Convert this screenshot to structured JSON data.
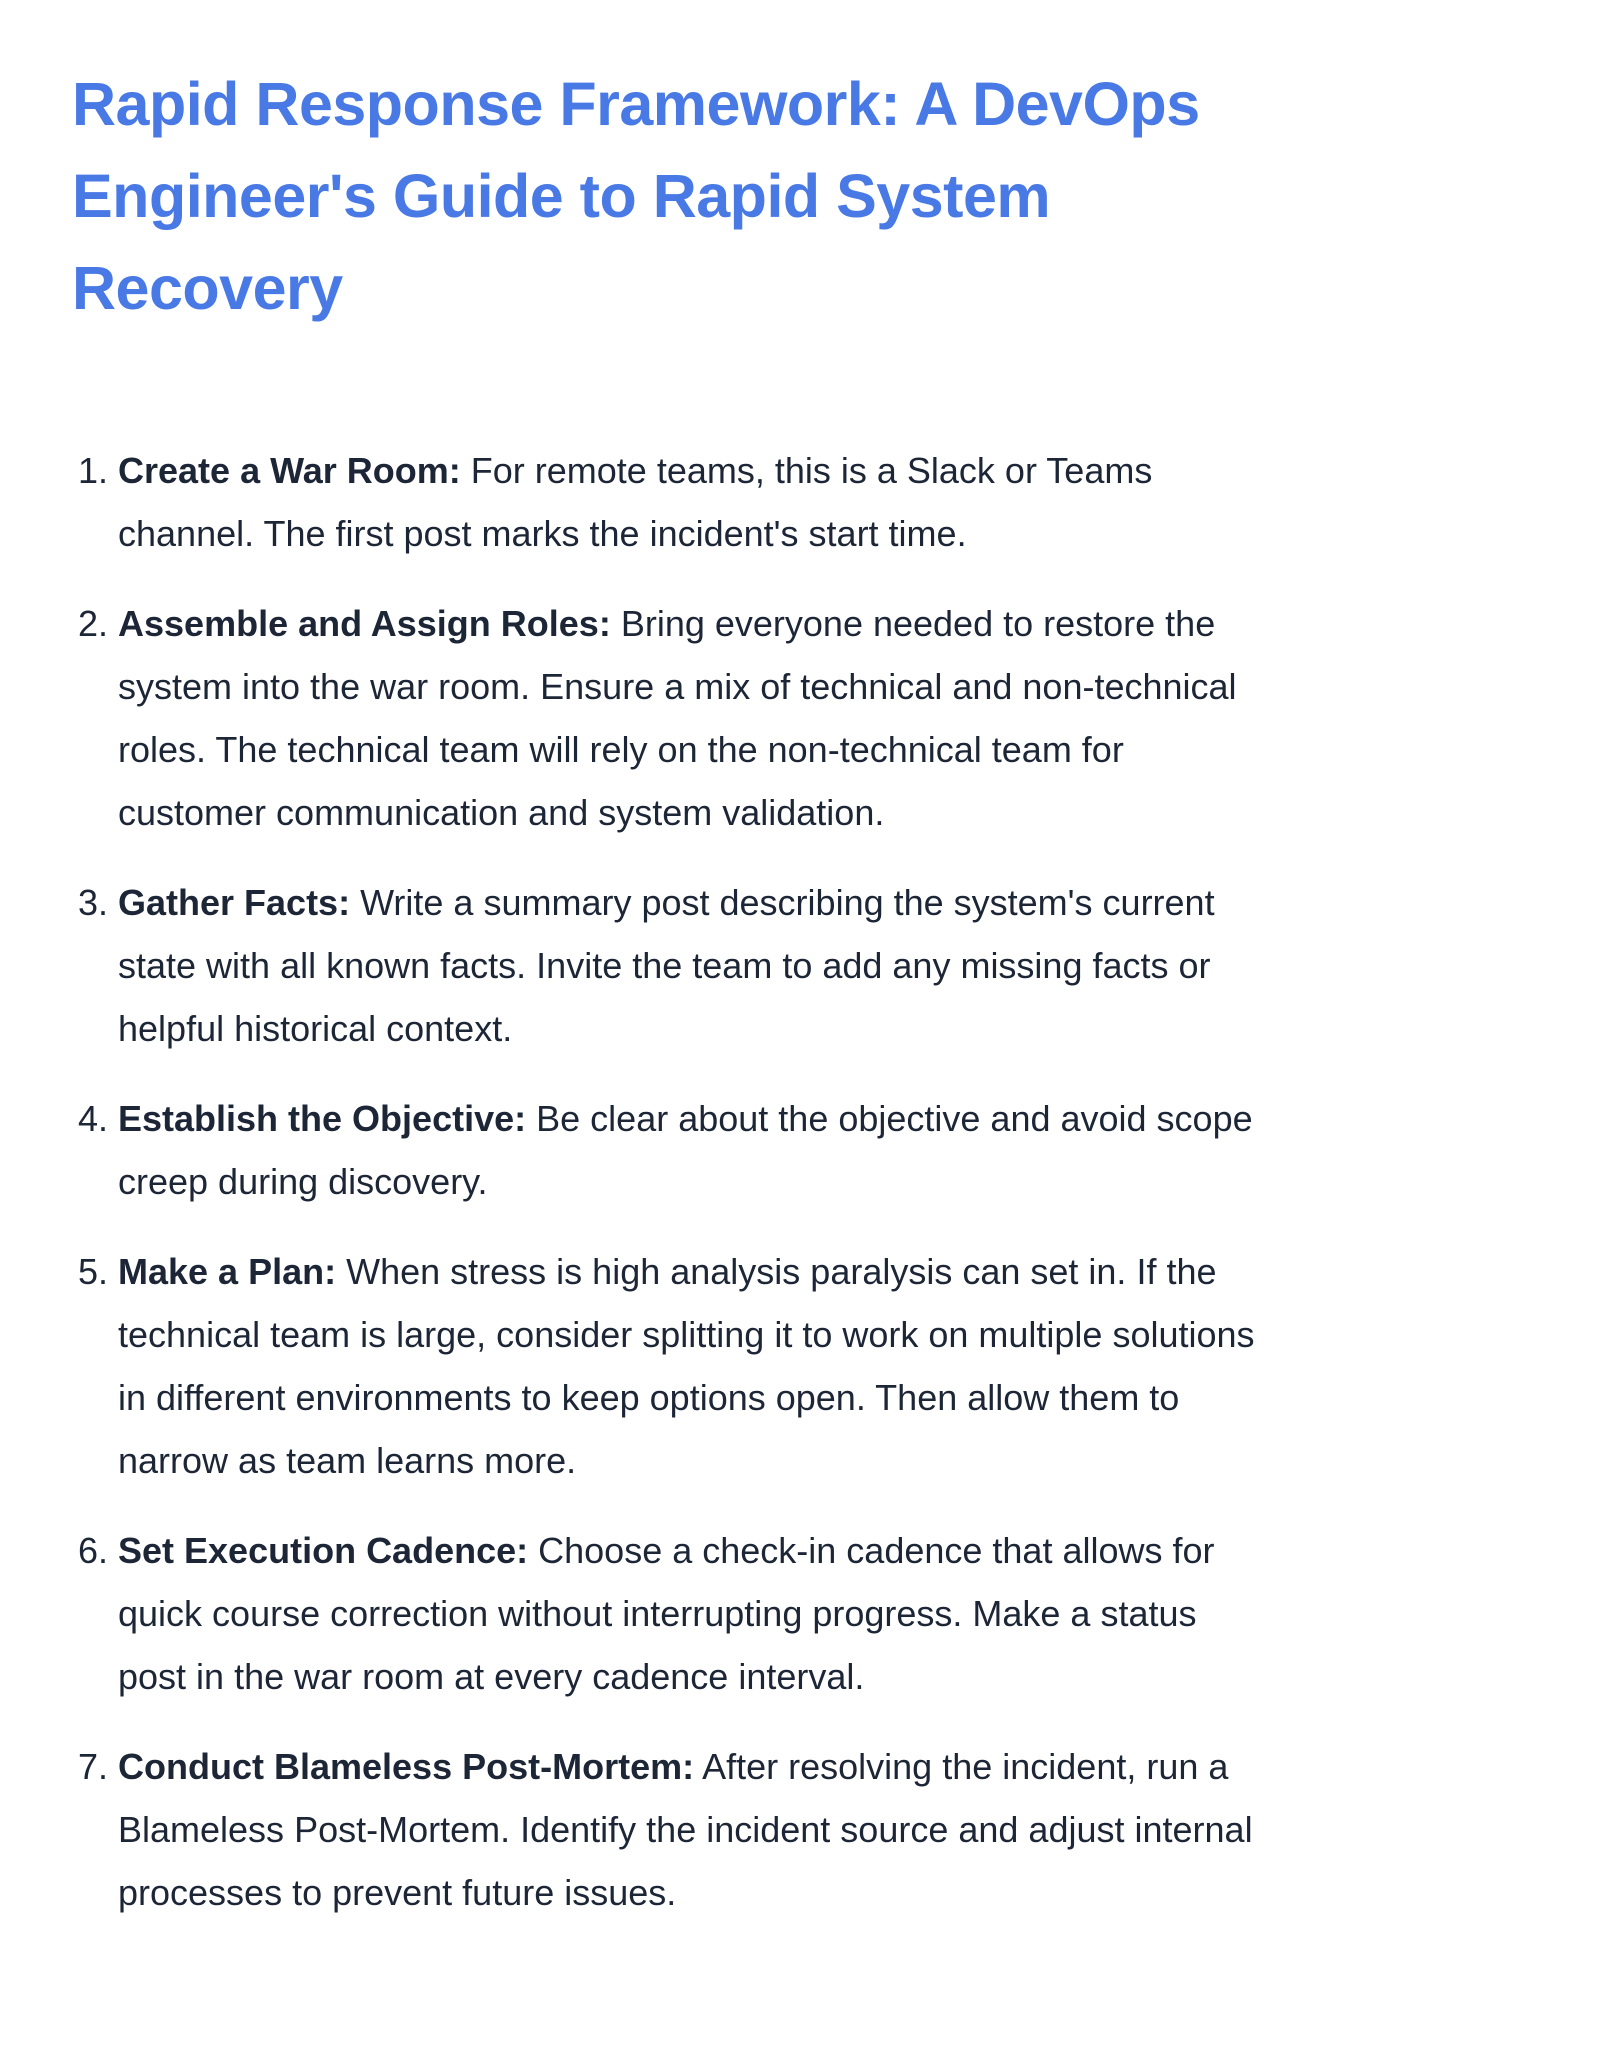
{
  "page": {
    "title": "Rapid Response Framework: A DevOps Engineer's Guide to Rapid System Recovery",
    "title_color": "#4879E5",
    "text_color": "#1D2636",
    "background_color": "#FFFFFF",
    "list": [
      {
        "number": "1.",
        "label": "Create a War Room:",
        "text": "For remote teams, this is a Slack or Teams channel. The first post marks the incident's start time."
      },
      {
        "number": "2.",
        "label": "Assemble and Assign Roles:",
        "text": "Bring everyone needed to restore the system into the war room. Ensure a mix of technical and non-technical roles. The technical team will rely on the non-technical team for customer communication and system validation."
      },
      {
        "number": "3.",
        "label": "Gather Facts:",
        "text": "Write a summary post describing the system's current state with all known facts. Invite the team to add any missing facts or helpful historical context."
      },
      {
        "number": "4.",
        "label": "Establish the Objective:",
        "text": "Be clear about the objective and avoid scope creep during discovery."
      },
      {
        "number": "5.",
        "label": "Make a Plan:",
        "text": "When stress is high analysis paralysis can set in. If the technical team is large, consider splitting it to work on multiple solutions in different environments to keep options open. Then allow them to narrow as team learns more."
      },
      {
        "number": "6.",
        "label": "Set Execution Cadence:",
        "text": "Choose a check-in cadence that allows for quick course correction without interrupting progress. Make a status post in the war room at every cadence interval."
      },
      {
        "number": "7.",
        "label": "Conduct Blameless Post-Mortem:",
        "text": "After resolving the incident, run a Blameless Post-Mortem. Identify the incident source and adjust internal processes to prevent future issues."
      }
    ]
  }
}
